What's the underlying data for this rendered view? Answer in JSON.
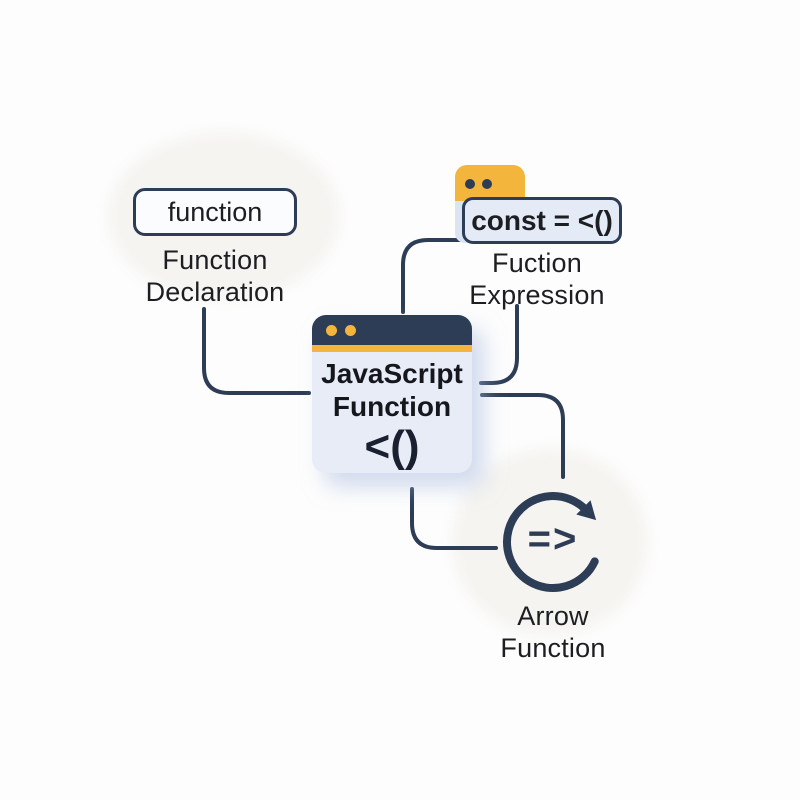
{
  "colors": {
    "navy": "#2e3d56",
    "yellow": "#f3b53c",
    "card_body": "#e7ecf7",
    "code_box_fill": "#e4ebf7",
    "pill_fill": "#fbfcfe",
    "text_dark": "#1d1e22",
    "background": "#fdfdfd",
    "blob": "#f5f4f1"
  },
  "center": {
    "title_line1": "JavaScript",
    "title_line2": "Function",
    "symbol": "<()",
    "icon": "browser-window-icon"
  },
  "nodes": {
    "declaration": {
      "code": "function",
      "label_line1": "Function",
      "label_line2": "Declaration"
    },
    "expression": {
      "code": "const = <()",
      "label_line1": "Fuction",
      "label_line2": "Expression",
      "icon": "mini-browser-tab-icon"
    },
    "arrow": {
      "symbol": "=>",
      "label_line1": "Arrow",
      "label_line2": "Function",
      "icon": "circular-arrow-icon"
    }
  }
}
